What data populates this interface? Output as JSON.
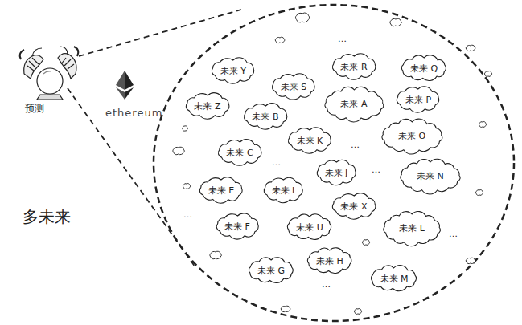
{
  "diagram": {
    "nodes": [
      {
        "text": [
          "未来 Y"
        ]
      },
      {
        "text": [
          "未来 R"
        ]
      },
      {
        "text": [
          "未来 Q"
        ]
      },
      {
        "text": [
          "未来 S"
        ]
      },
      {
        "text": [
          "未来 Z"
        ]
      },
      {
        "text": [
          "未来 A"
        ]
      },
      {
        "text": [
          "未来 P"
        ]
      },
      {
        "text": [
          "未来 B"
        ]
      },
      {
        "text": [
          "未来 K"
        ]
      },
      {
        "text": [
          "未来 O"
        ]
      },
      {
        "text": [
          "未来 C"
        ]
      },
      {
        "text": [
          "未来 J"
        ]
      },
      {
        "text": [
          "未来 N"
        ]
      },
      {
        "text": [
          "未来 E"
        ]
      },
      {
        "text": [
          "未来 I"
        ]
      },
      {
        "text": [
          "未来 X"
        ]
      },
      {
        "text": [
          "未来 F"
        ]
      },
      {
        "text": [
          "未来 U"
        ]
      },
      {
        "text": [
          "未来 L"
        ]
      },
      {
        "text": [
          "未来 H"
        ]
      },
      {
        "text": [
          "未来 G"
        ]
      },
      {
        "text": [
          "未来 M"
        ]
      }
    ],
    "labels": [
      "预测",
      "ethereum",
      "多未来",
      "…",
      "…",
      "…",
      "…",
      "…",
      "…",
      "…"
    ]
  }
}
